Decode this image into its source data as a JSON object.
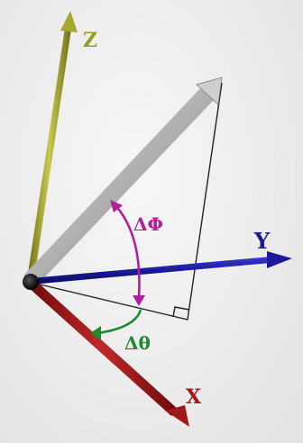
{
  "axes": {
    "z_label": "Z",
    "y_label": "Y",
    "x_label": "X"
  },
  "angles": {
    "dphi_label": "ΔΦ",
    "dtheta_label": "Δθ"
  },
  "colors": {
    "z_axis": "#9a9a2a",
    "y_axis": "#1a1a9a",
    "x_axis": "#a01818",
    "vector": "#b8b8b8",
    "dphi": "#b0209a",
    "dtheta": "#1e8a2e",
    "construction_lines": "#222222"
  }
}
